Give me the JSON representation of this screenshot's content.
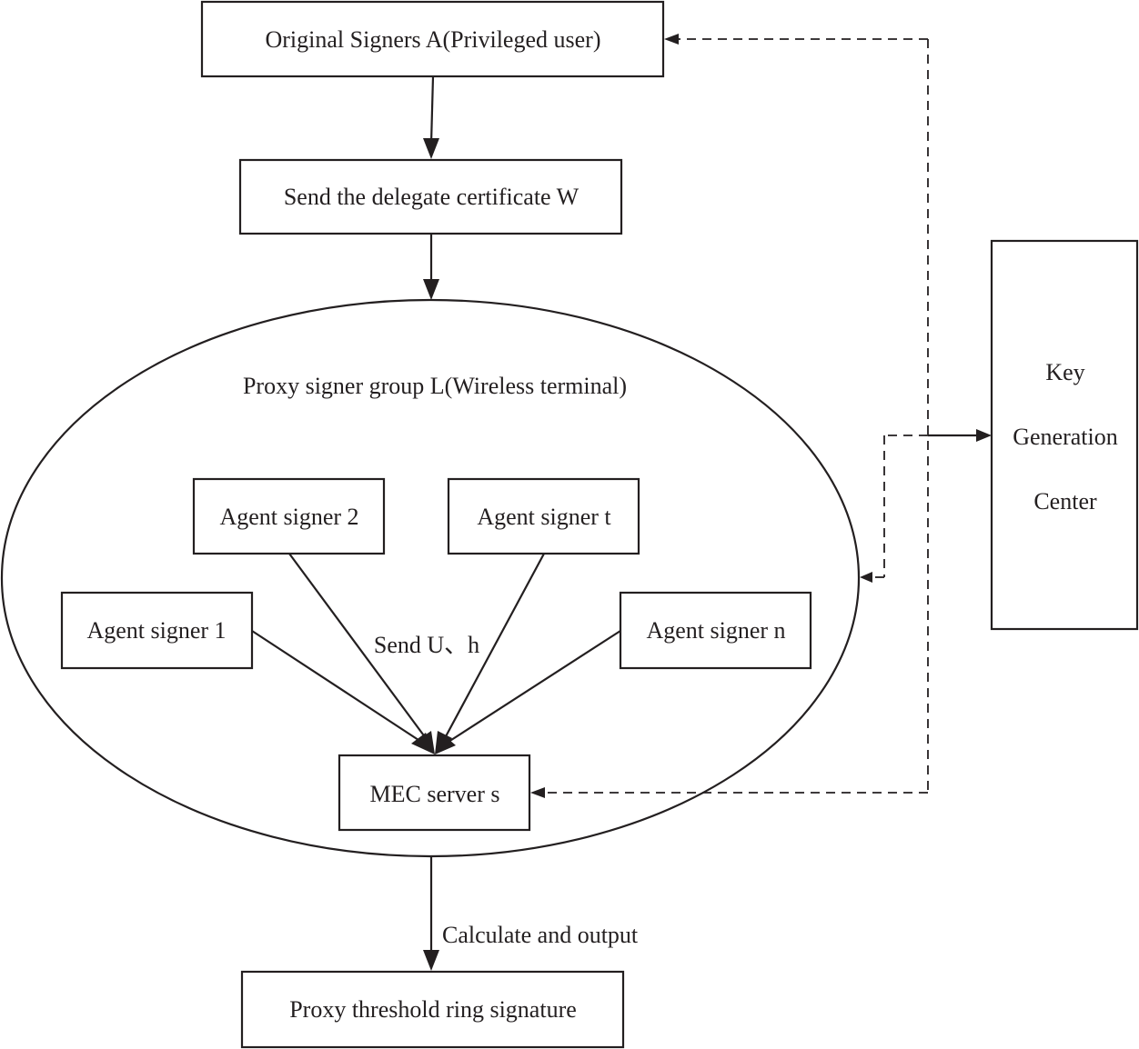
{
  "nodes": {
    "original_signers": "Original Signers A(Privileged user)",
    "delegate_certificate": "Send the delegate certificate W",
    "proxy_group": "Proxy signer group L(Wireless terminal)",
    "agent_1": "Agent signer 1",
    "agent_2": "Agent signer 2",
    "agent_t": "Agent signer t",
    "agent_n": "Agent signer n",
    "mec_server": "MEC server s",
    "output": "Proxy threshold ring signature",
    "kgc_line1": "Key",
    "kgc_line2": "Generation",
    "kgc_line3": "Center"
  },
  "edge_labels": {
    "send_u_h": "Send U、h",
    "calculate": "Calculate and output"
  }
}
